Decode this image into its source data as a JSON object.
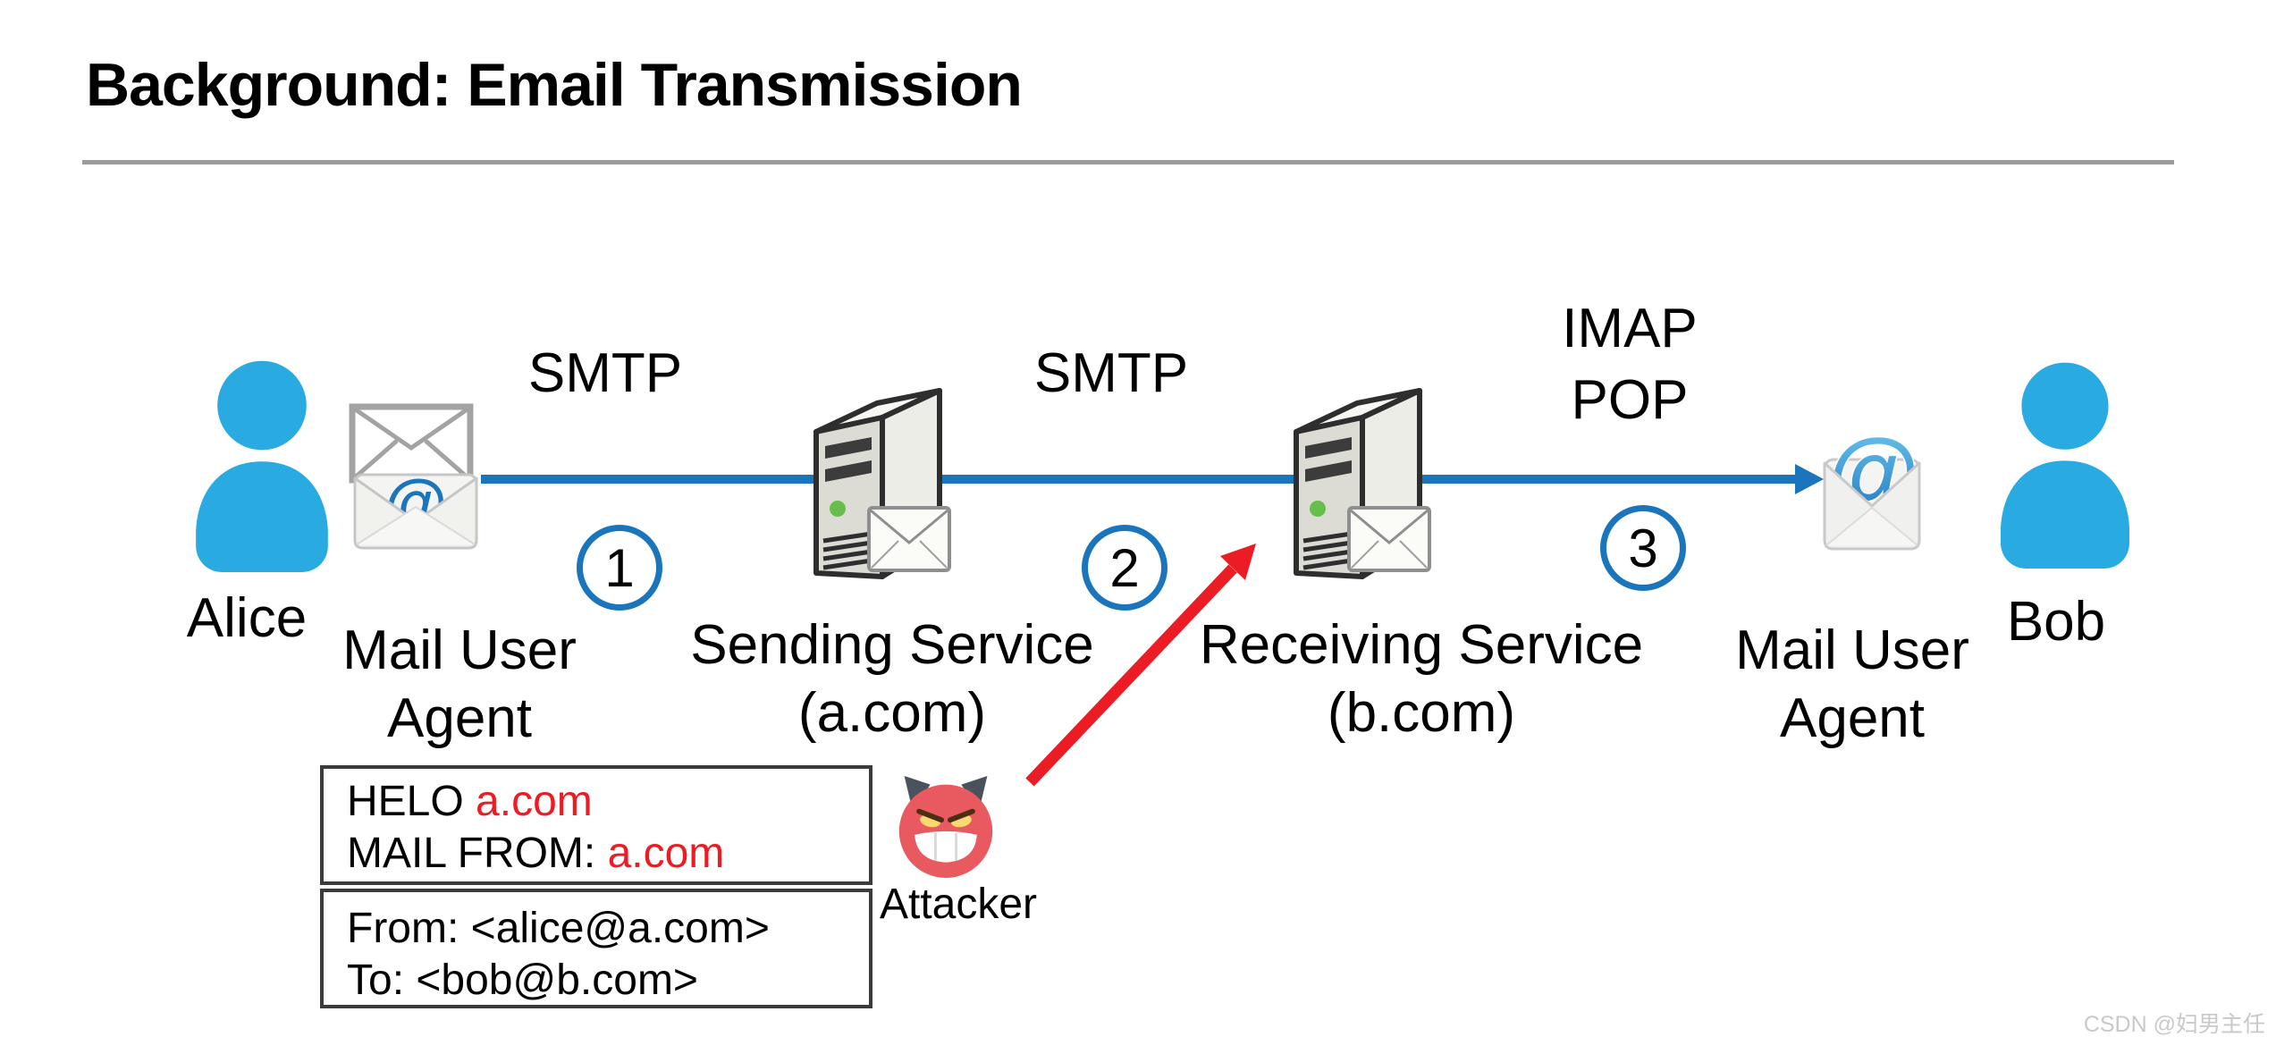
{
  "title": "Background: Email Transmission",
  "diagram": {
    "alice": "Alice",
    "bob": "Bob",
    "mua_left": {
      "line1": "Mail User",
      "line2": "Agent"
    },
    "mua_right": {
      "line1": "Mail User",
      "line2": "Agent"
    },
    "sending": {
      "line1": "Sending Service",
      "line2": "(a.com)"
    },
    "receiving": {
      "line1": "Receiving Service",
      "line2": "(b.com)"
    },
    "smtp1": "SMTP",
    "smtp2": "SMTP",
    "imap": "IMAP",
    "pop": "POP",
    "steps": {
      "s1": "1",
      "s2": "2",
      "s3": "3"
    },
    "attacker": "Attacker"
  },
  "boxes": {
    "smtp_envelope": {
      "line1_black": "HELO ",
      "line1_red": "a.com",
      "line2_black": "MAIL FROM: ",
      "line2_red": "a.com"
    },
    "message_headers": {
      "line1": "From: <alice@a.com>",
      "line2": "To: <bob@b.com>"
    }
  },
  "watermark": "CSDN @妇男主任",
  "colors": {
    "flow_blue": "#1B75BC",
    "person_blue": "#29ABE2",
    "alert_red": "#EC1C24",
    "highlight_red": "#ED1C24"
  }
}
